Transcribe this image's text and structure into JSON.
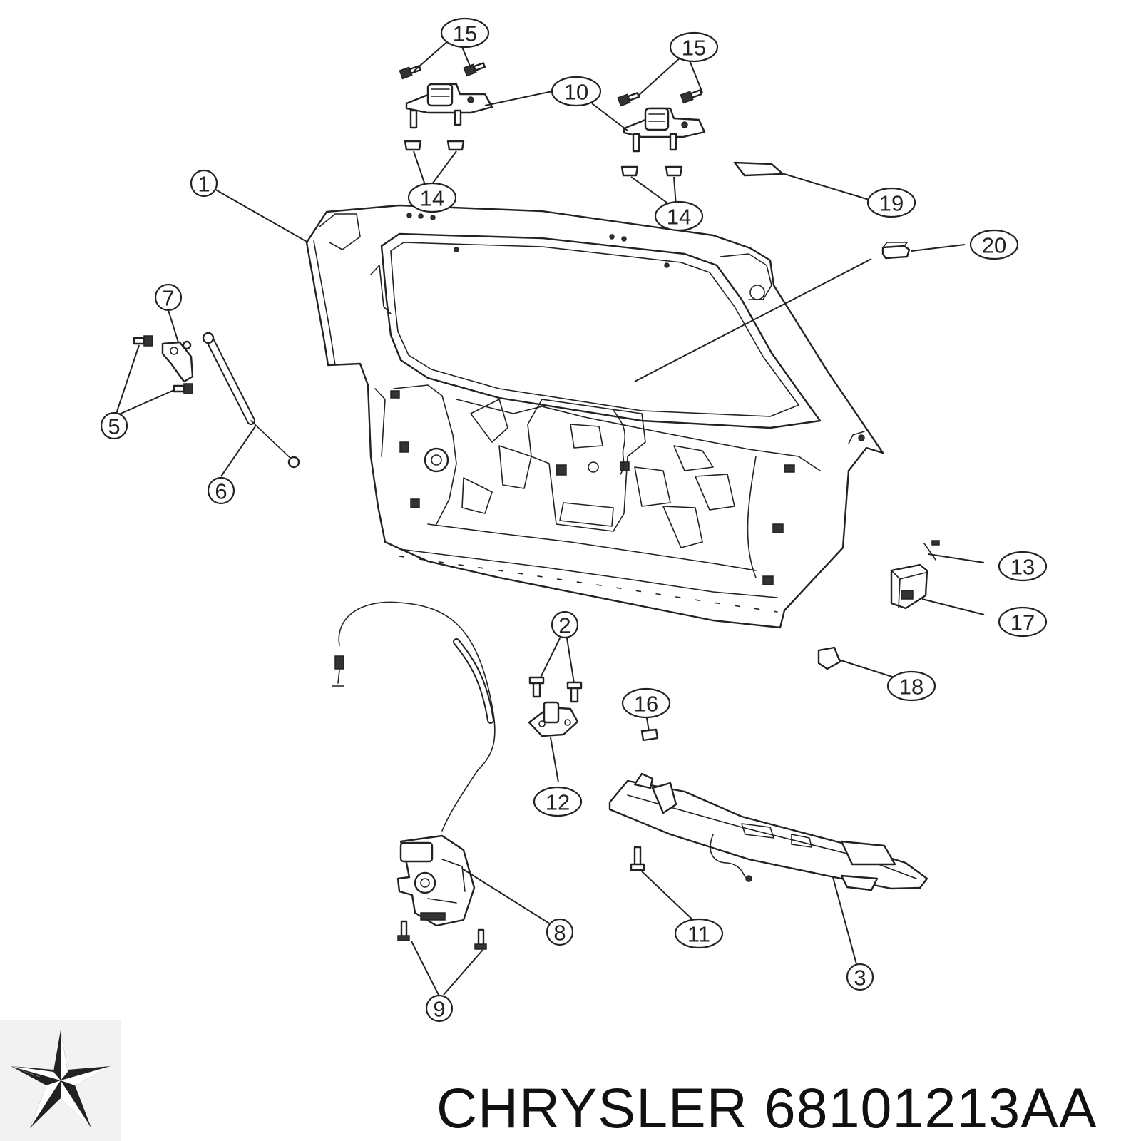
{
  "brand": {
    "make": "CHRYSLER",
    "part_number": "68101213AA"
  },
  "callouts": [
    "1",
    "2",
    "3",
    "5",
    "6",
    "7",
    "8",
    "9",
    "10",
    "11",
    "12",
    "13",
    "14",
    "14",
    "15",
    "15",
    "16",
    "17",
    "18",
    "19",
    "20"
  ],
  "logo_icon": "chrysler-pentastar-icon"
}
